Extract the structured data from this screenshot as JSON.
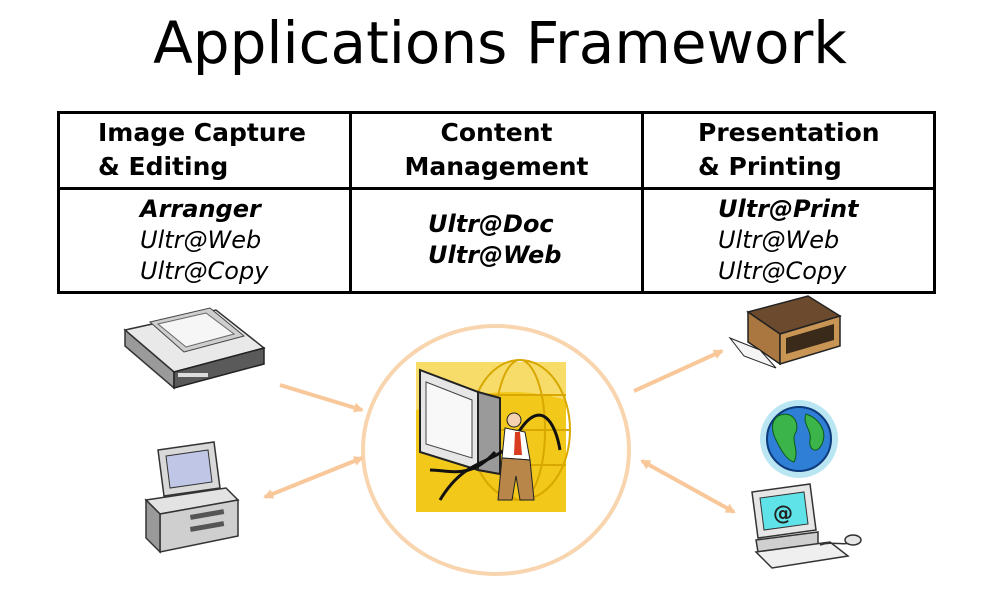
{
  "title": "Applications Framework",
  "columns": [
    {
      "header": [
        "Image Capture",
        "& Editing"
      ],
      "items": [
        {
          "text": "Arranger",
          "bold": true
        },
        {
          "text": "Ultr@Web",
          "bold": false
        },
        {
          "text": "Ultr@Copy",
          "bold": false
        }
      ]
    },
    {
      "header": [
        "Content",
        "Management"
      ],
      "items": [
        {
          "text": "Ultr@Doc",
          "bold": true
        },
        {
          "text": "Ultr@Web",
          "bold": true
        }
      ]
    },
    {
      "header": [
        "Presentation",
        "& Printing"
      ],
      "items": [
        {
          "text": "Ultr@Print",
          "bold": true
        },
        {
          "text": "Ultr@Web",
          "bold": false
        },
        {
          "text": "Ultr@Copy",
          "bold": false
        }
      ]
    }
  ],
  "icons": {
    "scanner": "scanner-icon",
    "computer": "desktop-computer-icon",
    "center": "network-connection-clipart-icon",
    "printer": "printer-icon",
    "globe": "globe-icon",
    "email_computer": "email-computer-icon"
  },
  "colors": {
    "arrow": "#f8c79a",
    "ring": "#f8d5ae",
    "center_bg": "#f2c81a"
  }
}
